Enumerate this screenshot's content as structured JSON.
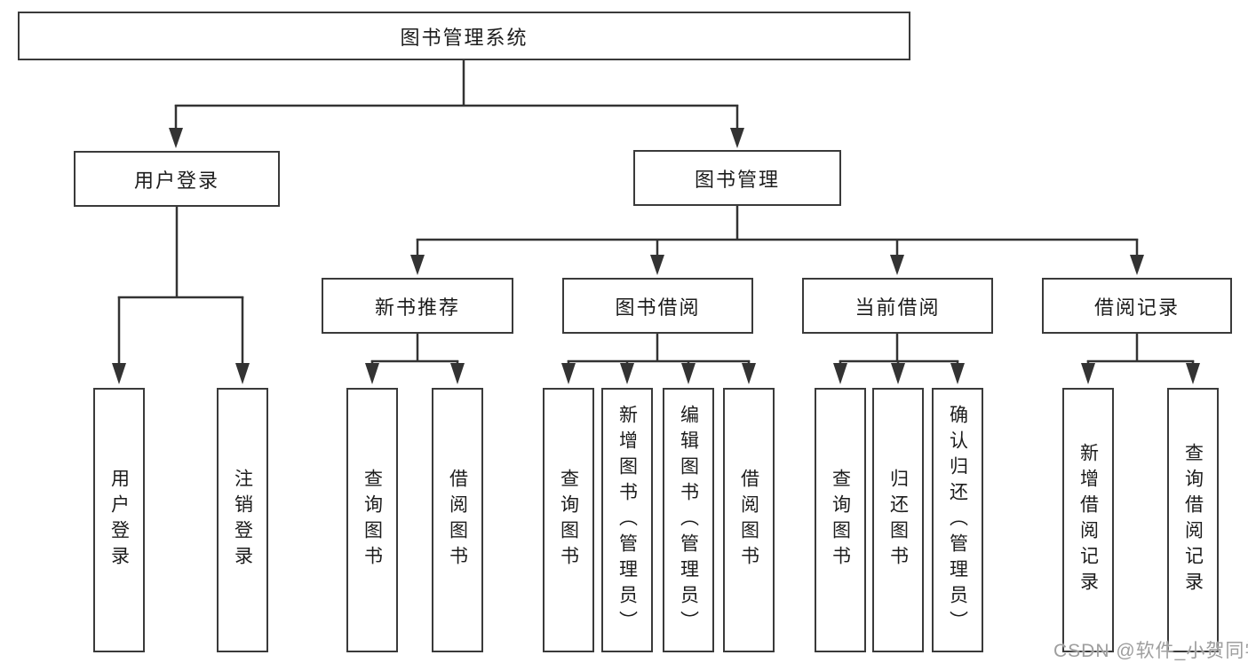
{
  "root": {
    "label": "图书管理系统"
  },
  "branches": [
    {
      "label": "用户登录",
      "children": [
        {
          "label": "用户登录"
        },
        {
          "label": "注销登录"
        }
      ]
    },
    {
      "label": "图书管理",
      "children": [
        {
          "label": "新书推荐",
          "children": [
            {
              "label": "查询图书"
            },
            {
              "label": "借阅图书"
            }
          ]
        },
        {
          "label": "图书借阅",
          "children": [
            {
              "label": "查询图书"
            },
            {
              "label": "新增图书（管理员）"
            },
            {
              "label": "编辑图书（管理员）"
            },
            {
              "label": "借阅图书"
            }
          ]
        },
        {
          "label": "当前借阅",
          "children": [
            {
              "label": "查询图书"
            },
            {
              "label": "归还图书"
            },
            {
              "label": "确认归还（管理员）"
            }
          ]
        },
        {
          "label": "借阅记录",
          "children": [
            {
              "label": "新增借阅记录"
            },
            {
              "label": "查询借阅记录"
            }
          ]
        }
      ]
    }
  ],
  "watermark": {
    "text": "CSDN @软件_小贺同学"
  },
  "colors": {
    "line": "#333333",
    "box_border": "#3a3a3a",
    "text": "#1c1c1c",
    "watermark": "#9e9e9e",
    "background": "#ffffff"
  }
}
